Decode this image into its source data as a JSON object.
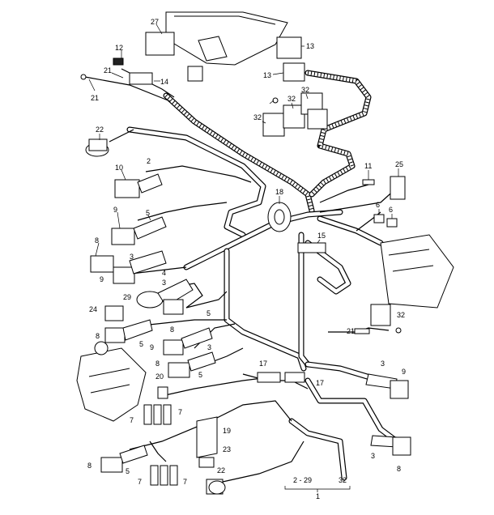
{
  "labels": {
    "l27": "27",
    "l12": "12",
    "l13a": "13",
    "l13b": "13",
    "l14": "14",
    "l21a": "21",
    "l21b": "21",
    "l32a": "32",
    "l32b": "32",
    "l2": "2",
    "l32c": "32",
    "l22a": "22",
    "l10": "10",
    "l11": "11",
    "l25": "25",
    "l18": "18",
    "l9a": "9",
    "l5a": "5",
    "l6a": "6",
    "l6b": "6",
    "l8a": "8",
    "l3a": "3",
    "l15": "15",
    "l9b": "9",
    "l3b": "3",
    "l4": "4",
    "l29": "29",
    "l24": "24",
    "l8b": "8",
    "l5b": "5",
    "l32d": "32",
    "l21c": "21",
    "l8c": "8",
    "l5c": "5",
    "l9c": "9",
    "l3c": "3",
    "l8d": "8",
    "l17a": "17",
    "l3d": "3",
    "l9d": "9",
    "l20": "20",
    "l17b": "17",
    "l5d": "5",
    "l7a": "7",
    "l7b": "7",
    "l19": "19",
    "l23": "23",
    "l8e": "8",
    "l5e": "5",
    "l3e": "3",
    "l8f": "8",
    "l22b": "22",
    "l7c": "7",
    "l7d": "7",
    "range": "2 - 29",
    "l32e": "32",
    "l1": "1"
  }
}
